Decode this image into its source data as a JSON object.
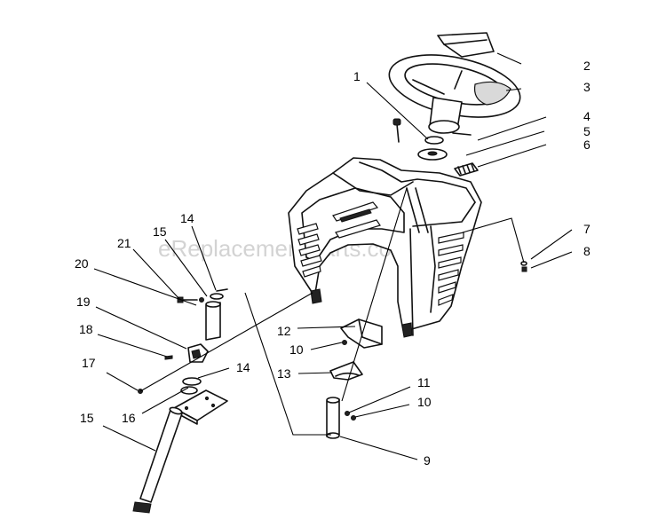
{
  "watermark": "eReplacementParts.com",
  "callouts": [
    {
      "id": "c2",
      "label": "2"
    },
    {
      "id": "c3",
      "label": "3"
    },
    {
      "id": "c1",
      "label": "1"
    },
    {
      "id": "c4",
      "label": "4"
    },
    {
      "id": "c5",
      "label": "5"
    },
    {
      "id": "c6",
      "label": "6"
    },
    {
      "id": "c7",
      "label": "7"
    },
    {
      "id": "c8",
      "label": "8"
    },
    {
      "id": "c14a",
      "label": "14"
    },
    {
      "id": "c15a",
      "label": "15"
    },
    {
      "id": "c21",
      "label": "21"
    },
    {
      "id": "c20",
      "label": "20"
    },
    {
      "id": "c19",
      "label": "19"
    },
    {
      "id": "c18",
      "label": "18"
    },
    {
      "id": "c17",
      "label": "17"
    },
    {
      "id": "c14b",
      "label": "14"
    },
    {
      "id": "c16",
      "label": "16"
    },
    {
      "id": "c15b",
      "label": "15"
    },
    {
      "id": "c12",
      "label": "12"
    },
    {
      "id": "c10a",
      "label": "10"
    },
    {
      "id": "c13",
      "label": "13"
    },
    {
      "id": "c11",
      "label": "11"
    },
    {
      "id": "c10b",
      "label": "10"
    },
    {
      "id": "c9",
      "label": "9"
    }
  ]
}
